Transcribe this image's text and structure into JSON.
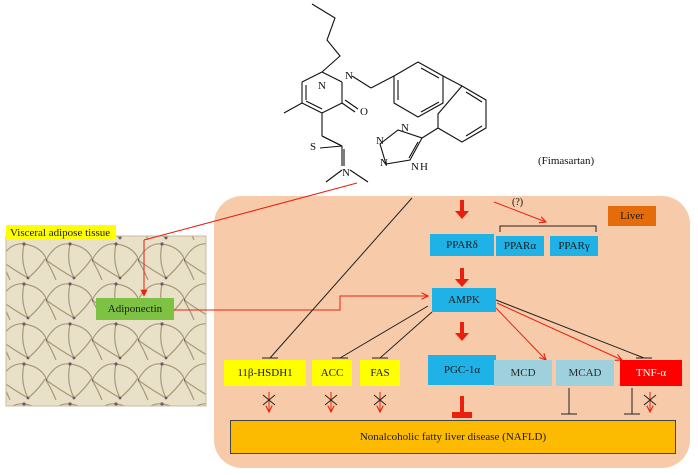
{
  "colors": {
    "liver_bg": "#f7cba9",
    "activation_arrow": "#e8210f",
    "inhibition_line": "#222222",
    "ppar_box": "#1fb2e6",
    "mcd_box": "#9fd0de",
    "inhibited_box": "#ffff00",
    "tnf_box": "#ff0000",
    "adiponectin_box": "#7dc242",
    "nafld_box": "#fcbb00",
    "liver_tag": "#e46c0a"
  },
  "molecule": {
    "name": "(Fimasartan)",
    "atoms": {
      "s": "S",
      "n1": "N",
      "n2": "N",
      "n3": "N",
      "o": "O",
      "nt1": "N",
      "nt2": "N",
      "nt3": "N",
      "nt4": "N",
      "nh": "H"
    }
  },
  "liver_label": "Liver",
  "adipose_label": "Visceral adipose tissue",
  "adiponectin": "Adiponectin",
  "question_mark": "(?)",
  "ppar_delta": "PPARδ",
  "ppar_alpha": "PPARα",
  "ppar_gamma": "PPARγ",
  "ampk": "AMPK",
  "pgc": "PGC-1α",
  "hsdh": "11β-HSDH1",
  "acc": "ACC",
  "fas": "FAS",
  "mcd": "MCD",
  "mcad": "MCAD",
  "tnf": "TNF-α",
  "nafld": "Nonalcoholic fatty liver disease (NAFLD)"
}
